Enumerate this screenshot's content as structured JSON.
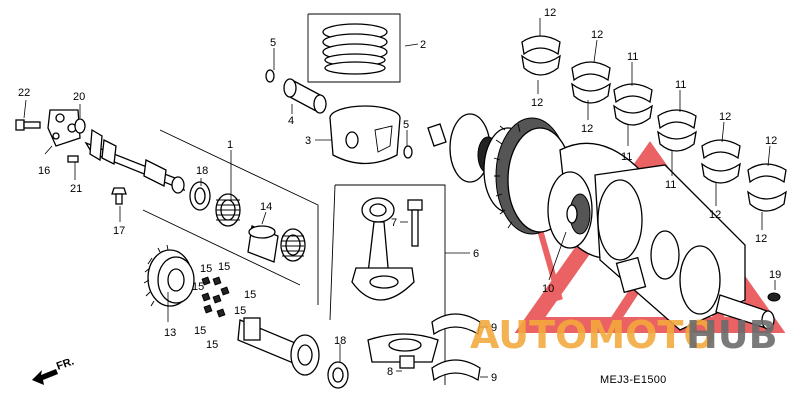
{
  "diagram": {
    "drawing_code": "MEJ3-E1500",
    "front_arrow_label": "FR.",
    "watermark": {
      "text_part1": "AUTOMOTO",
      "text_part2": "HUB",
      "colors": {
        "orange": "#f2a93b",
        "red": "#e8474a",
        "gray": "#6b6b6b"
      }
    },
    "callouts": {
      "c1": "1",
      "c2": "2",
      "c3": "3",
      "c4": "4",
      "c5a": "5",
      "c5b": "5",
      "c6": "6",
      "c7": "7",
      "c8": "8",
      "c9a": "9",
      "c9b": "9",
      "c10": "10",
      "c11a": "11",
      "c11b": "11",
      "c11c": "11",
      "c11d": "11",
      "c12a": "12",
      "c12b": "12",
      "c12c": "12",
      "c12d": "12",
      "c12e": "12",
      "c12f": "12",
      "c12g": "12",
      "c12h": "12",
      "c12i": "12",
      "c13": "13",
      "c14": "14",
      "c15a": "15",
      "c15b": "15",
      "c15c": "15",
      "c15d": "15",
      "c15e": "15",
      "c15f": "15",
      "c15g": "15",
      "c16": "16",
      "c17": "17",
      "c18a": "18",
      "c18b": "18",
      "c19": "19",
      "c20": "20",
      "c21": "21",
      "c22": "22"
    }
  }
}
